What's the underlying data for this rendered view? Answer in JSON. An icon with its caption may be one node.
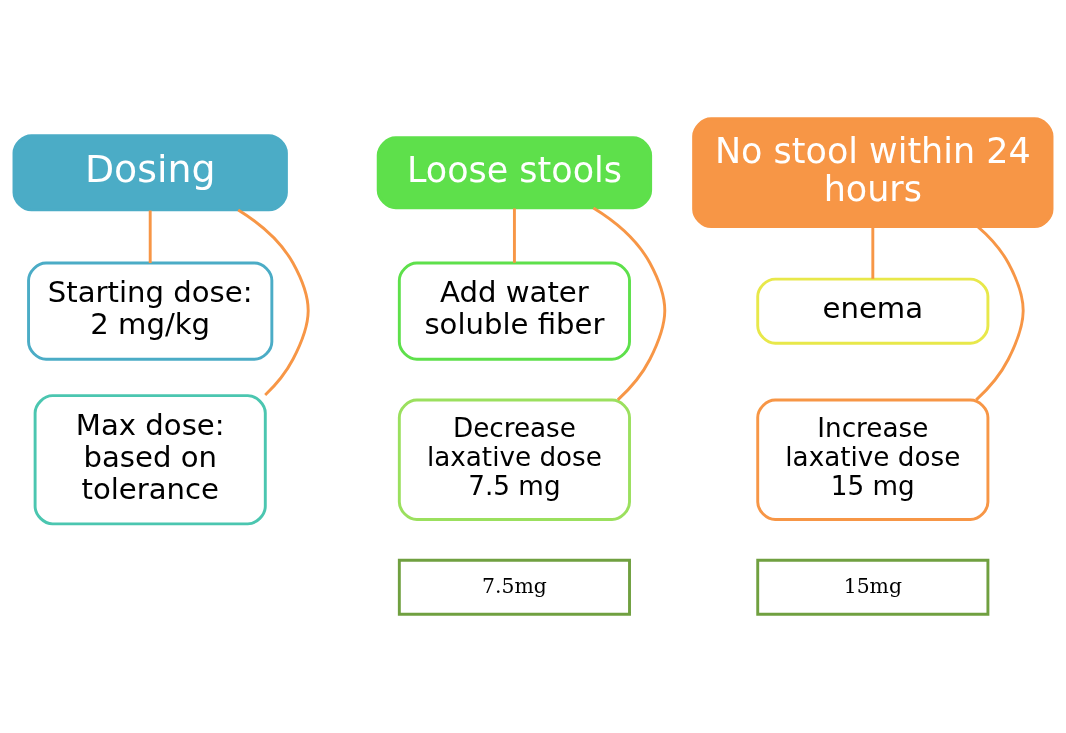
{
  "diagram": {
    "nodes": [
      {
        "text": [
          "Dosing"
        ]
      },
      {
        "text": [
          "Starting dose: 2 mg/kg"
        ]
      },
      {
        "text": [
          "Max dose: based on tolerance"
        ]
      },
      {
        "text": [
          "Loose stools"
        ]
      },
      {
        "text": [
          "Add water soluble fiber"
        ]
      },
      {
        "text": [
          "Decrease laxative dose 7.5 mg"
        ]
      },
      {
        "text": [
          "No stool within 24 hours"
        ]
      },
      {
        "text": [
          "enema"
        ]
      },
      {
        "text": [
          "Increase laxative dose 15 mg"
        ]
      },
      {
        "text": [
          "7.5mg"
        ]
      },
      {
        "text": [
          "15mg"
        ]
      }
    ],
    "edges": [
      {
        "from": 0,
        "to": 1,
        "arrow": "none"
      },
      {
        "from": 0,
        "to": 2,
        "arrow": "none"
      },
      {
        "from": 3,
        "to": 4,
        "arrow": "none"
      },
      {
        "from": 3,
        "to": 5,
        "arrow": "none"
      },
      {
        "from": 6,
        "to": 7,
        "arrow": "none"
      },
      {
        "from": 6,
        "to": 8,
        "arrow": "none"
      }
    ]
  }
}
